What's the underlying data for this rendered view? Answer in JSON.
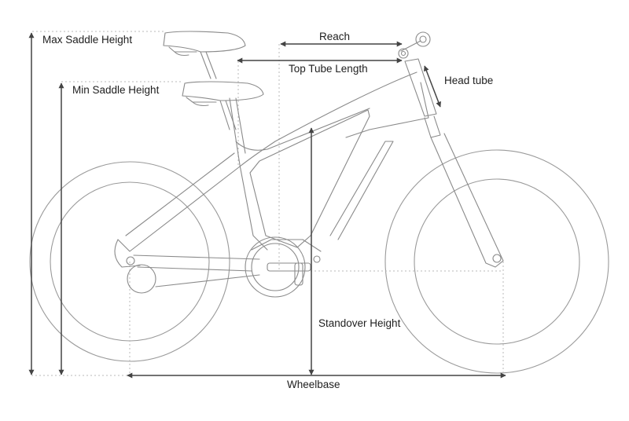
{
  "labels": {
    "max_saddle_height": "Max Saddle Height",
    "min_saddle_height": "Min Saddle Height",
    "reach": "Reach",
    "top_tube_length": "Top Tube Length",
    "head_tube": "Head tube",
    "standover_height": "Standover Height",
    "wheelbase": "Wheelbase"
  },
  "colors": {
    "frame_line": "#8a8a8a",
    "dimension_line": "#444444",
    "text": "#1e1e1e"
  }
}
